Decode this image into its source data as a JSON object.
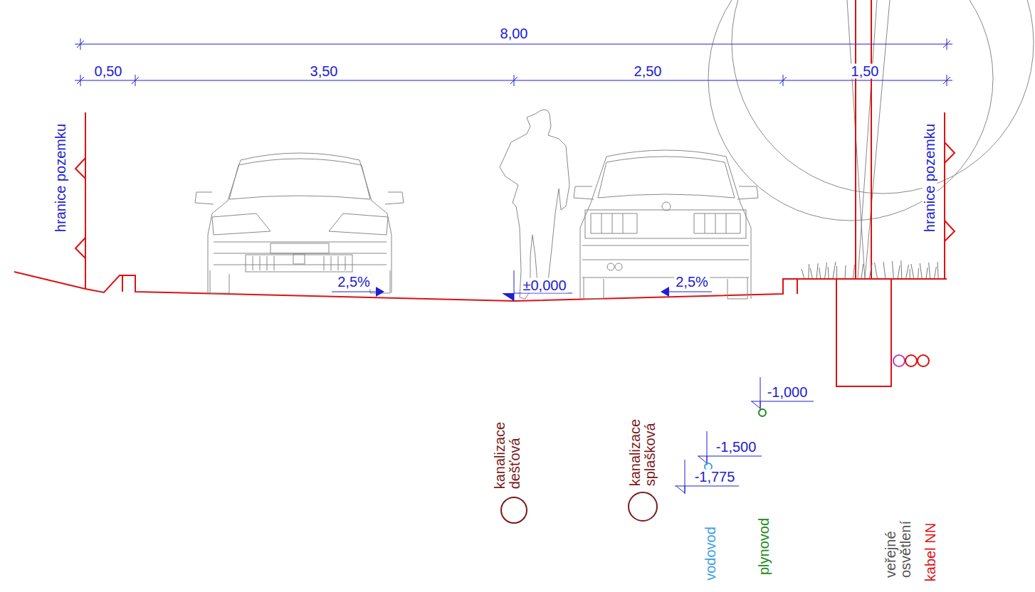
{
  "diagram": {
    "labels": [
      "8,00",
      "0,50",
      "3,50",
      "2,50",
      "1,50",
      "hranice pozemku",
      "hranice pozemku",
      "2,5%",
      "±0,000",
      "2,5%",
      "-1,000",
      "-1,500",
      "-1,775",
      "kanalizace dešťová",
      "kanalizace splašková",
      "vodovod",
      "plynovod",
      "veřejné osvětlení",
      "kabel NN"
    ]
  }
}
